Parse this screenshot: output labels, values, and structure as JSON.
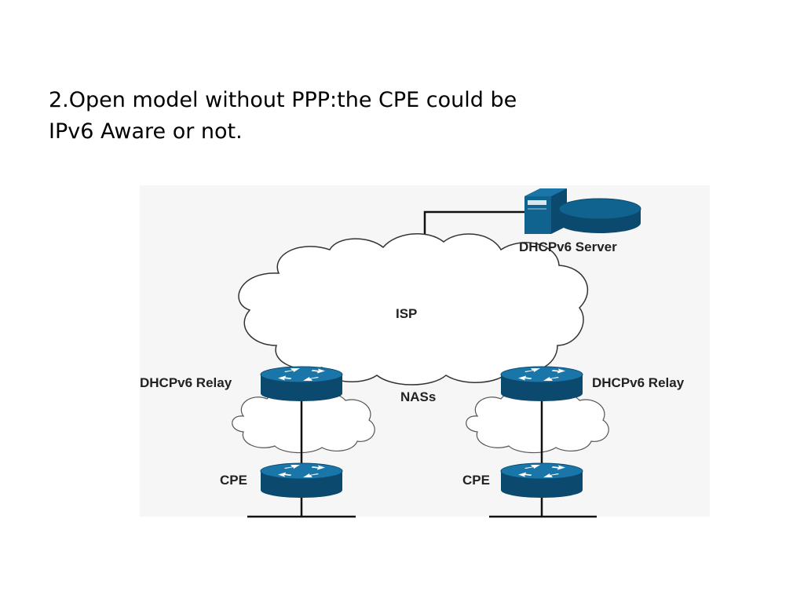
{
  "title": {
    "line1": "2.Open model without PPP:the CPE could be",
    "line2": "IPv6 Aware or not."
  },
  "diagram": {
    "server_label": "DHCPv6 Server",
    "isp_label": "ISP",
    "nas_label": "NASs",
    "relay_left_label": "DHCPv6 Relay",
    "relay_right_label": "DHCPv6 Relay",
    "cpe_left_label": "CPE",
    "cpe_right_label": "CPE",
    "colors": {
      "device_blue": "#10628f",
      "device_dark": "#0b4a6e",
      "cloud_stroke": "#333333"
    },
    "icons": [
      "server-icon",
      "storage-icon",
      "router-icon",
      "cloud-icon"
    ]
  }
}
